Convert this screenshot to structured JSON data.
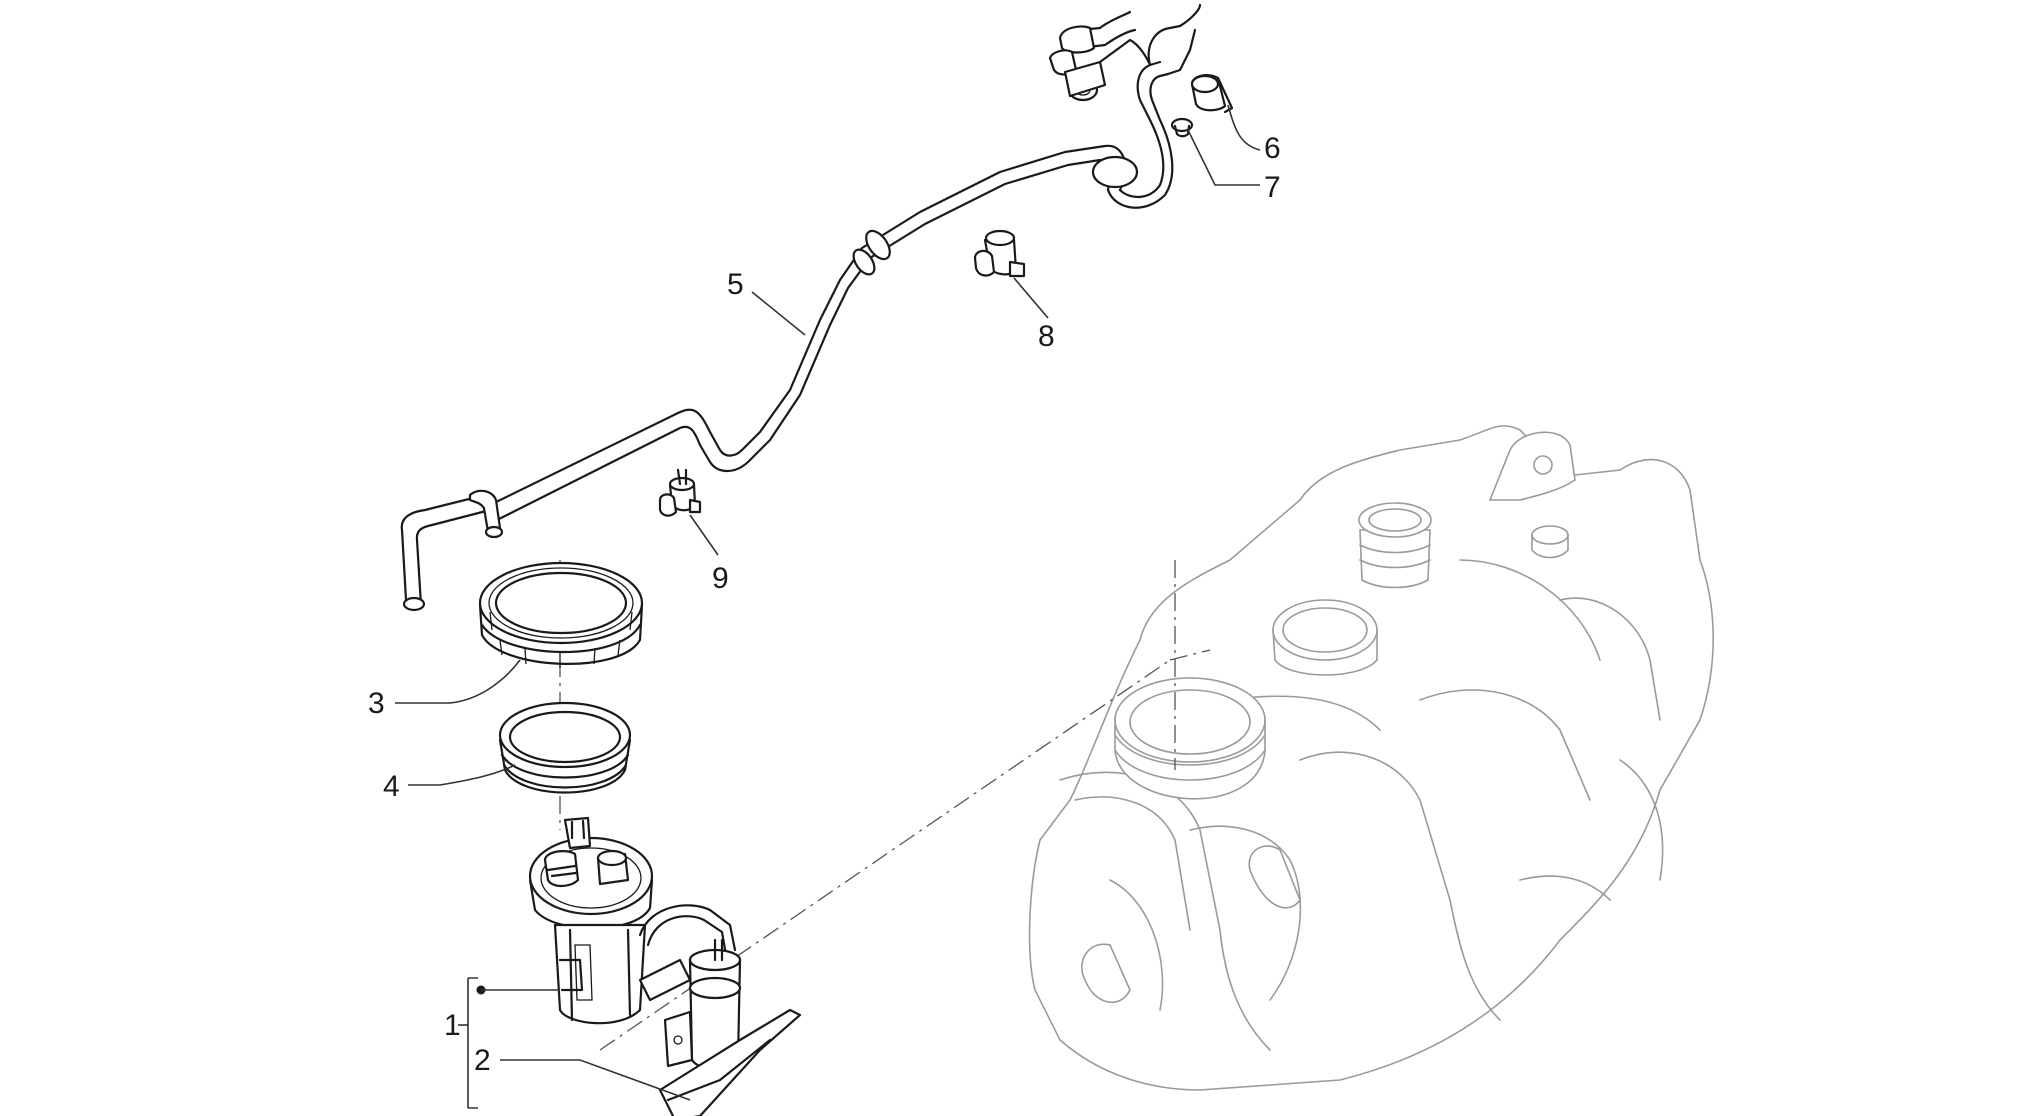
{
  "callouts": {
    "c1": "1",
    "c2": "2",
    "c3": "3",
    "c4": "4",
    "c5": "5",
    "c6": "6",
    "c7": "7",
    "c8": "8",
    "c9": "9"
  },
  "colors": {
    "line": "#1a1a1a",
    "tank_line": "#9a9a9a",
    "background": "#ffffff"
  }
}
